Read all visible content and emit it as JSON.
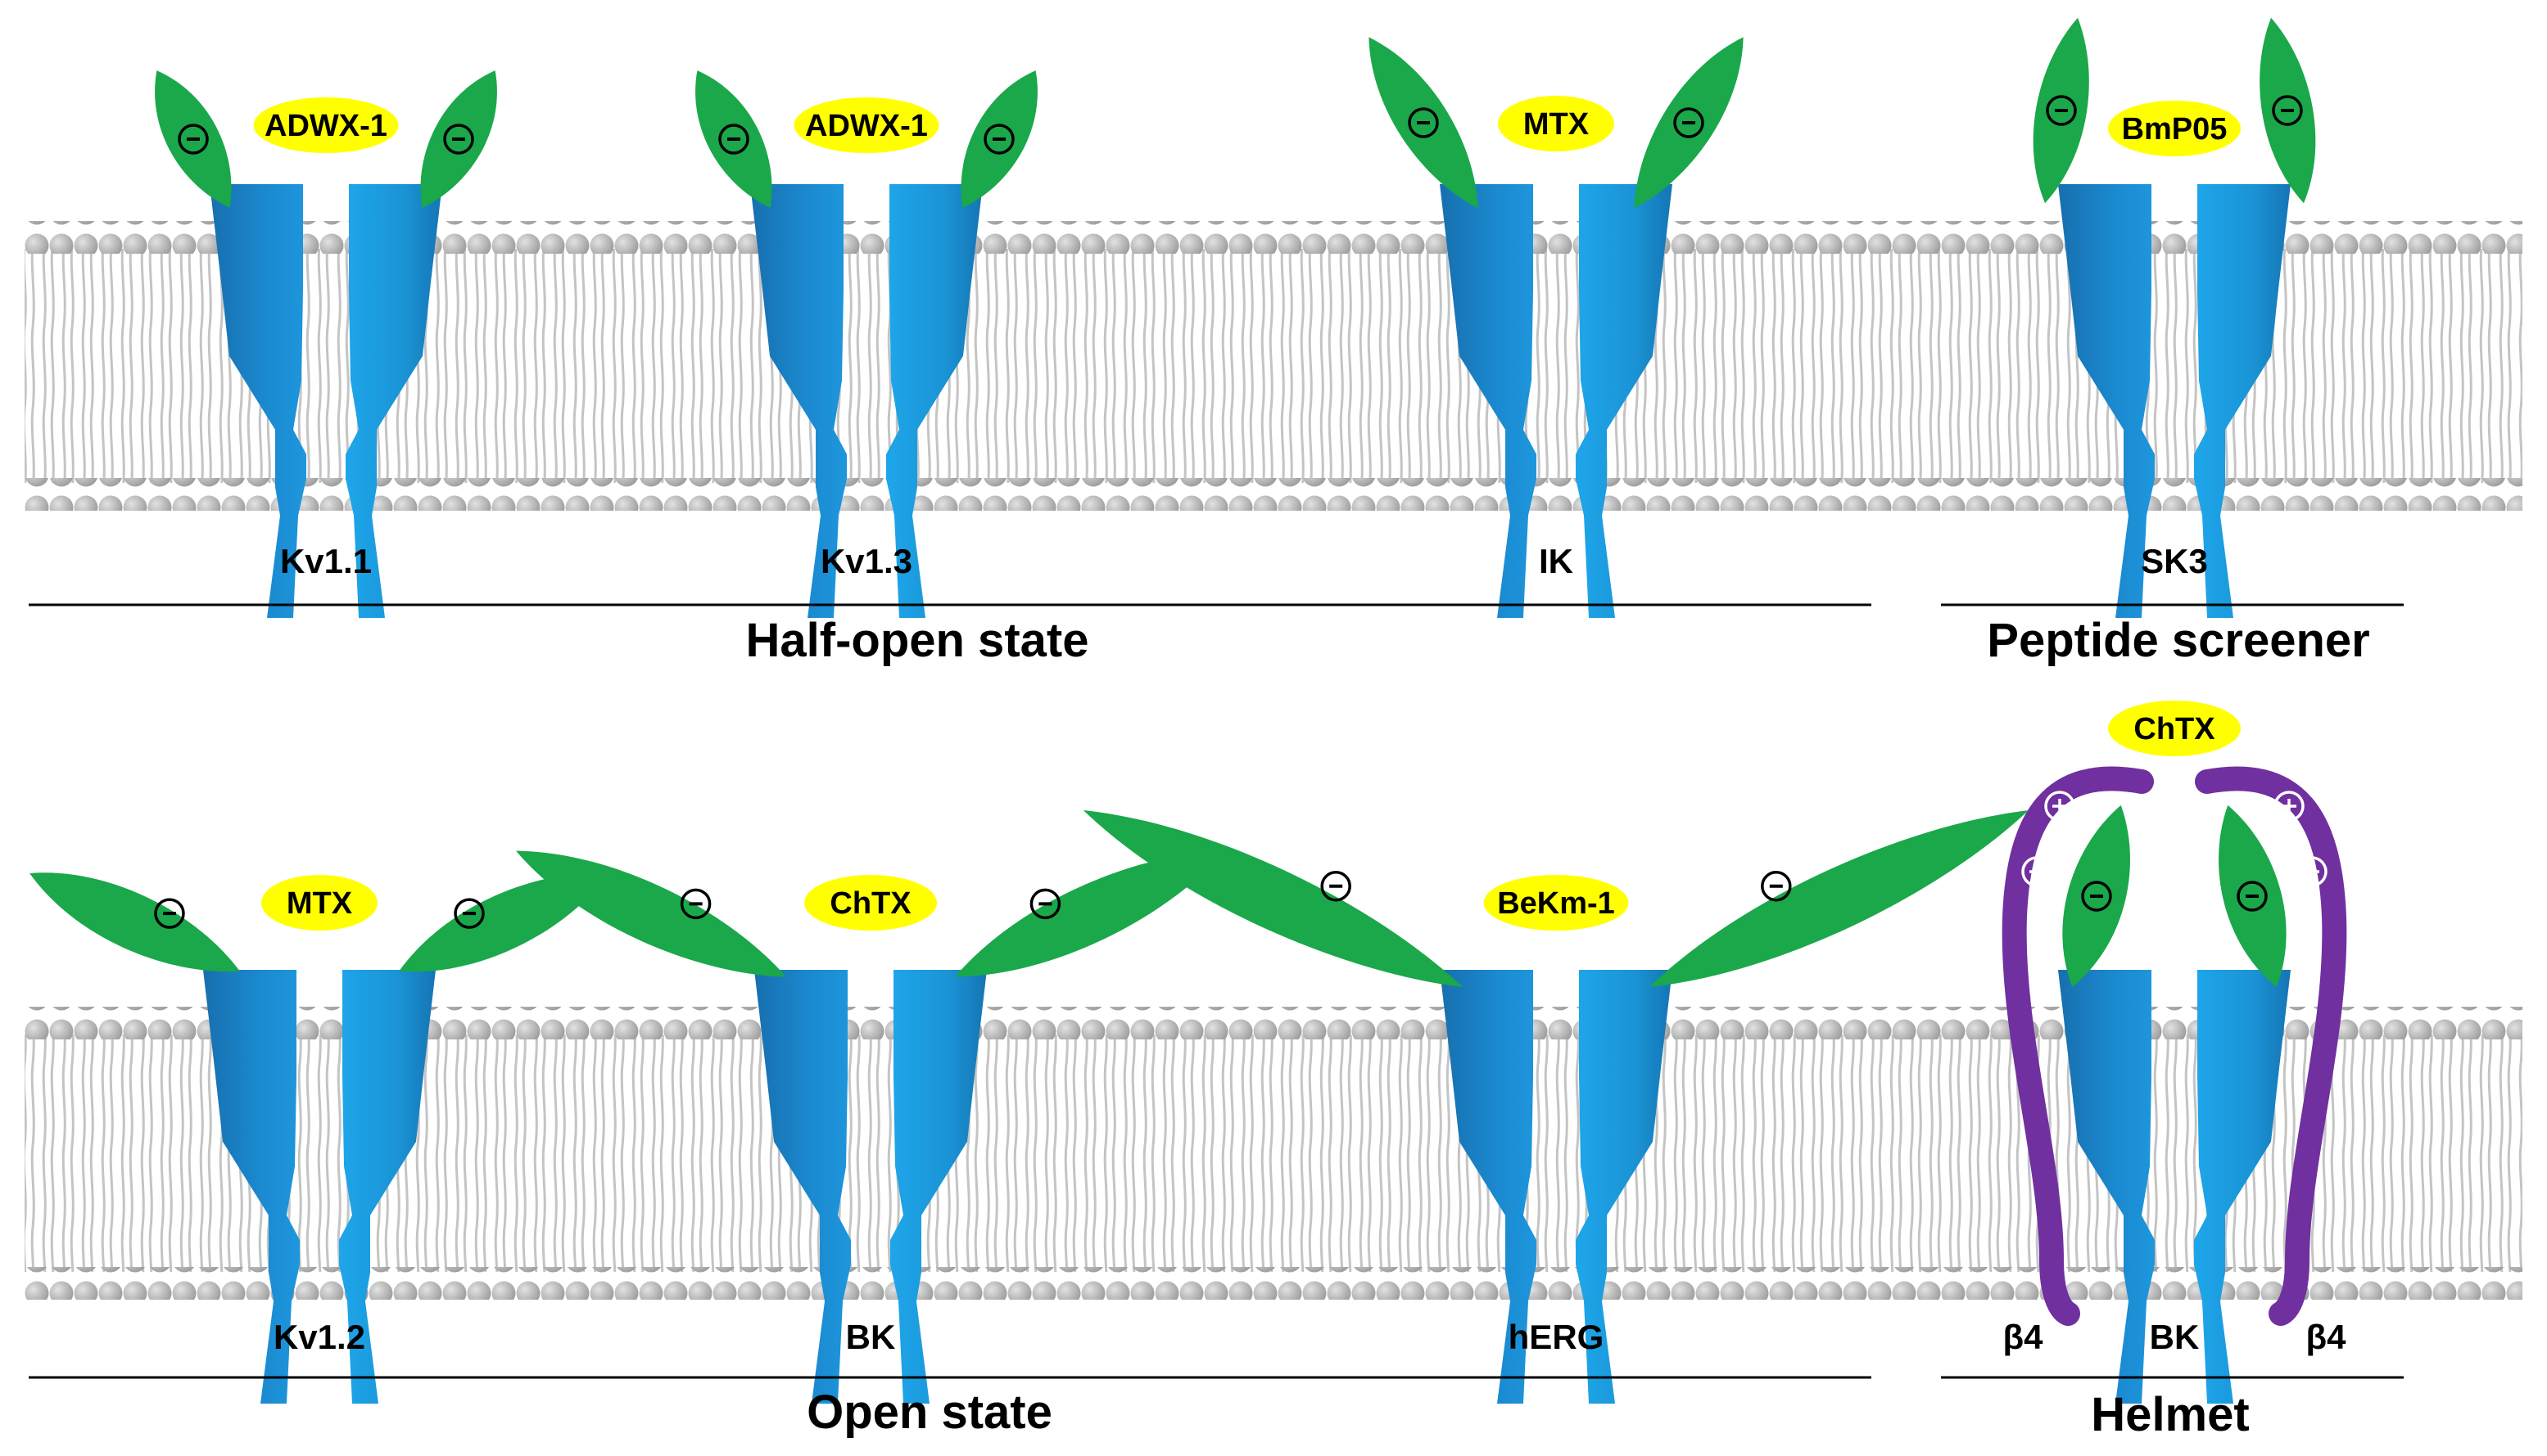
{
  "colors": {
    "membrane_head": "#b0b0b0",
    "membrane_tail": "#c4c4c4",
    "channel_dark": "#1a82c8",
    "channel_light": "#20aaec",
    "toxin_wing": "#1aa84a",
    "toxin_oval": "#ffff00",
    "beta4": "#7030a0",
    "text": "#000000"
  },
  "charges": {
    "negative": "−",
    "positive": "+"
  },
  "membrane_rows": [
    "top",
    "bottom"
  ],
  "groups": [
    {
      "name": "half-open",
      "label": "Half-open state"
    },
    {
      "name": "peptide-screener",
      "label": "Peptide screener"
    },
    {
      "name": "open",
      "label": "Open state"
    },
    {
      "name": "helmet",
      "label": "Helmet"
    }
  ],
  "channels": [
    {
      "name": "kv1-1",
      "row": "top",
      "label": "Kv1.1",
      "toxin": "ADWX-1",
      "wing_charge": "negative",
      "wing_shape": "standard"
    },
    {
      "name": "kv1-3",
      "row": "top",
      "label": "Kv1.3",
      "toxin": "ADWX-1",
      "wing_charge": "negative",
      "wing_shape": "standard"
    },
    {
      "name": "ik",
      "row": "top",
      "label": "IK",
      "toxin": "MTX",
      "wing_charge": "negative",
      "wing_shape": "tall"
    },
    {
      "name": "sk3",
      "row": "top",
      "label": "SK3",
      "toxin": "BmP05",
      "wing_charge": "negative",
      "wing_shape": "upright"
    },
    {
      "name": "kv1-2",
      "row": "bottom",
      "label": "Kv1.2",
      "toxin": "MTX",
      "wing_charge": "negative",
      "wing_shape": "standard"
    },
    {
      "name": "bk",
      "row": "bottom",
      "label": "BK",
      "toxin": "ChTX",
      "wing_charge": "negative",
      "wing_shape": "wide"
    },
    {
      "name": "herg",
      "row": "bottom",
      "label": "hERG",
      "toxin": "BeKm-1",
      "wing_charge": "negative",
      "wing_shape": "widest"
    },
    {
      "name": "bk-beta4",
      "row": "bottom",
      "label": "BK",
      "toxin": "ChTX",
      "wing_charge": "negative",
      "wing_shape": "helmet",
      "beta_subunit": {
        "label": "β4",
        "charge": "positive"
      }
    }
  ]
}
